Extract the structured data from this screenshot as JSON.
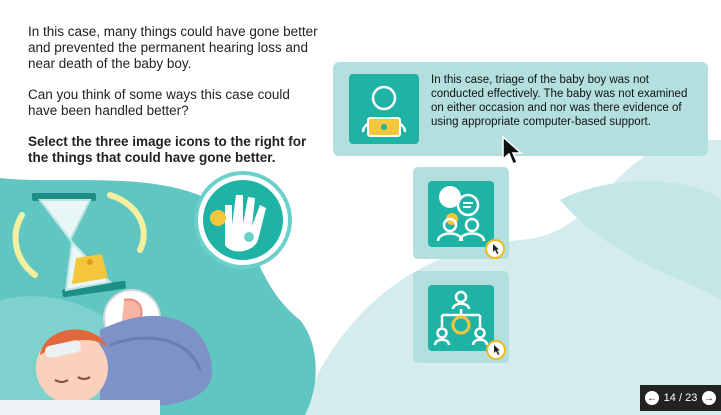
{
  "intro": {
    "paragraph1": "In this case, many things could have gone better and prevented the permanent hearing loss and near death of the baby boy.",
    "paragraph2": "Can you think of some ways this case could have been handled better?",
    "instruction": "Select the three image icons to the right for the things that could have gone better."
  },
  "feedback": {
    "text": "In this case, triage of the baby boy was not conducted effectively. The baby was not examined on either occasion and nor was there evidence of using appropriate computer-based support."
  },
  "pager": {
    "prev_icon": "arrow-left-icon",
    "label": "14 / 23",
    "next_icon": "arrow-right-icon"
  },
  "colors": {
    "teal": "#1fb3a6",
    "light_teal": "#b3e0df",
    "pale_teal": "#d4ecee",
    "accent_yellow": "#f3b81e"
  }
}
